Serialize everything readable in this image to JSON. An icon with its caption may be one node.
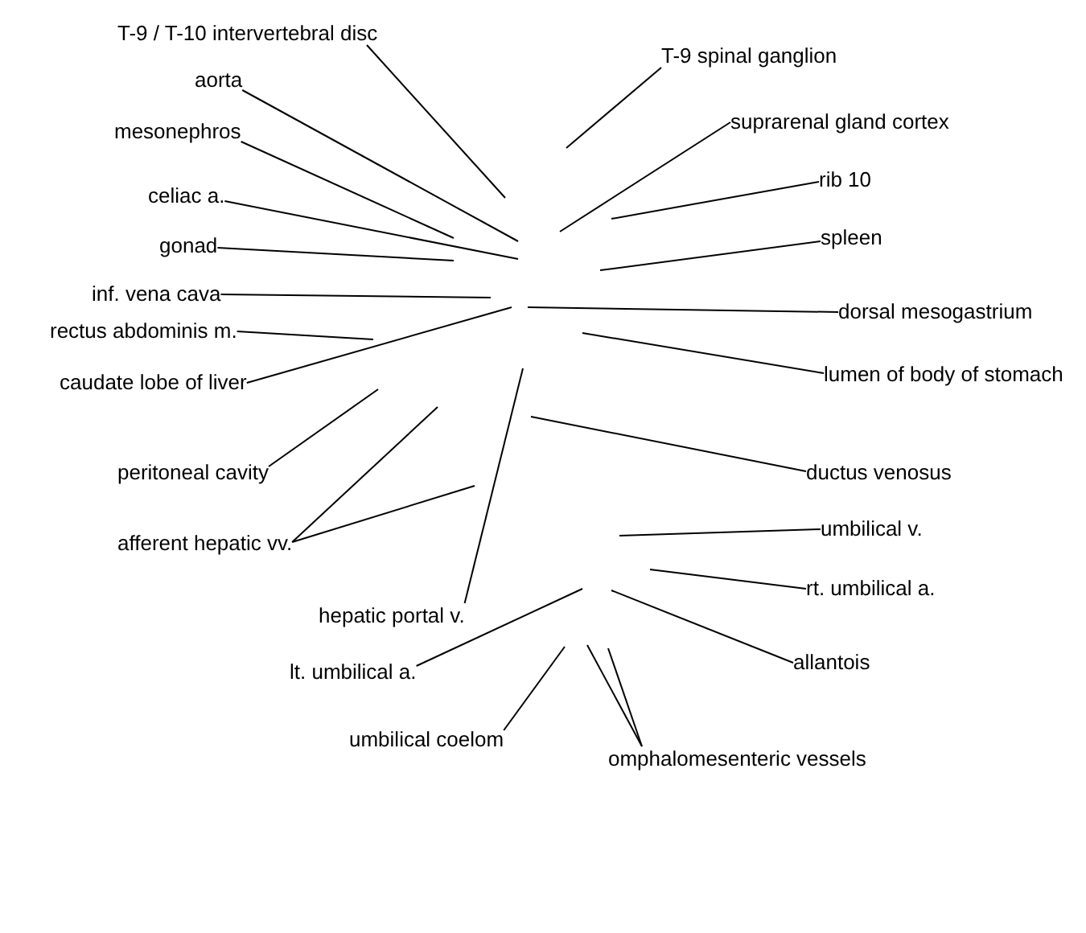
{
  "diagram": {
    "nodes": [
      {
        "text": [
          "T-9 / T-10 intervertebral disc"
        ]
      },
      {
        "text": [
          "T-9 spinal ganglion"
        ]
      },
      {
        "text": [
          "aorta"
        ]
      },
      {
        "text": [
          "suprarenal gland cortex"
        ]
      },
      {
        "text": [
          "mesonephros"
        ]
      },
      {
        "text": [
          "rib 10"
        ]
      },
      {
        "text": [
          "celiac a."
        ]
      },
      {
        "text": [
          "spleen"
        ]
      },
      {
        "text": [
          "gonad"
        ]
      },
      {
        "text": [
          "inf. vena cava"
        ]
      },
      {
        "text": [
          "dorsal mesogastrium"
        ]
      },
      {
        "text": [
          "rectus abdominis m."
        ]
      },
      {
        "text": [
          "lumen of body of stomach"
        ]
      },
      {
        "text": [
          "caudate lobe of liver"
        ]
      },
      {
        "text": [
          "peritoneal cavity"
        ]
      },
      {
        "text": [
          "ductus venosus"
        ]
      },
      {
        "text": [
          "umbilical v."
        ]
      },
      {
        "text": [
          "afferent hepatic vv."
        ]
      },
      {
        "text": [
          "rt. umbilical a."
        ]
      },
      {
        "text": [
          "hepatic portal v."
        ]
      },
      {
        "text": [
          "allantois"
        ]
      },
      {
        "text": [
          "lt. umbilical a."
        ]
      },
      {
        "text": [
          "umbilical coelom"
        ]
      },
      {
        "text": [
          "omphalomesenteric vessels"
        ]
      }
    ],
    "edges": [
      {
        "from": 0,
        "to": null,
        "arrow": "none"
      },
      {
        "from": 1,
        "to": null,
        "arrow": "none"
      },
      {
        "from": 2,
        "to": null,
        "arrow": "none"
      },
      {
        "from": 3,
        "to": null,
        "arrow": "none"
      },
      {
        "from": 4,
        "to": null,
        "arrow": "none"
      },
      {
        "from": 5,
        "to": null,
        "arrow": "none"
      },
      {
        "from": 6,
        "to": null,
        "arrow": "none"
      },
      {
        "from": 7,
        "to": null,
        "arrow": "none"
      },
      {
        "from": 8,
        "to": null,
        "arrow": "none"
      },
      {
        "from": 9,
        "to": null,
        "arrow": "none"
      },
      {
        "from": 10,
        "to": null,
        "arrow": "none"
      },
      {
        "from": 11,
        "to": null,
        "arrow": "none"
      },
      {
        "from": 12,
        "to": null,
        "arrow": "none"
      },
      {
        "from": 13,
        "to": null,
        "arrow": "none"
      },
      {
        "from": 14,
        "to": null,
        "arrow": "none"
      },
      {
        "from": 15,
        "to": null,
        "arrow": "none"
      },
      {
        "from": 16,
        "to": null,
        "arrow": "none"
      },
      {
        "from": 17,
        "to": null,
        "arrow": "none"
      },
      {
        "from": 17,
        "to": null,
        "arrow": "none"
      },
      {
        "from": 18,
        "to": null,
        "arrow": "none"
      },
      {
        "from": 19,
        "to": null,
        "arrow": "none"
      },
      {
        "from": 20,
        "to": null,
        "arrow": "none"
      },
      {
        "from": 21,
        "to": null,
        "arrow": "none"
      },
      {
        "from": 22,
        "to": null,
        "arrow": "none"
      },
      {
        "from": 23,
        "to": null,
        "arrow": "none"
      },
      {
        "from": 23,
        "to": null,
        "arrow": "none"
      }
    ]
  }
}
